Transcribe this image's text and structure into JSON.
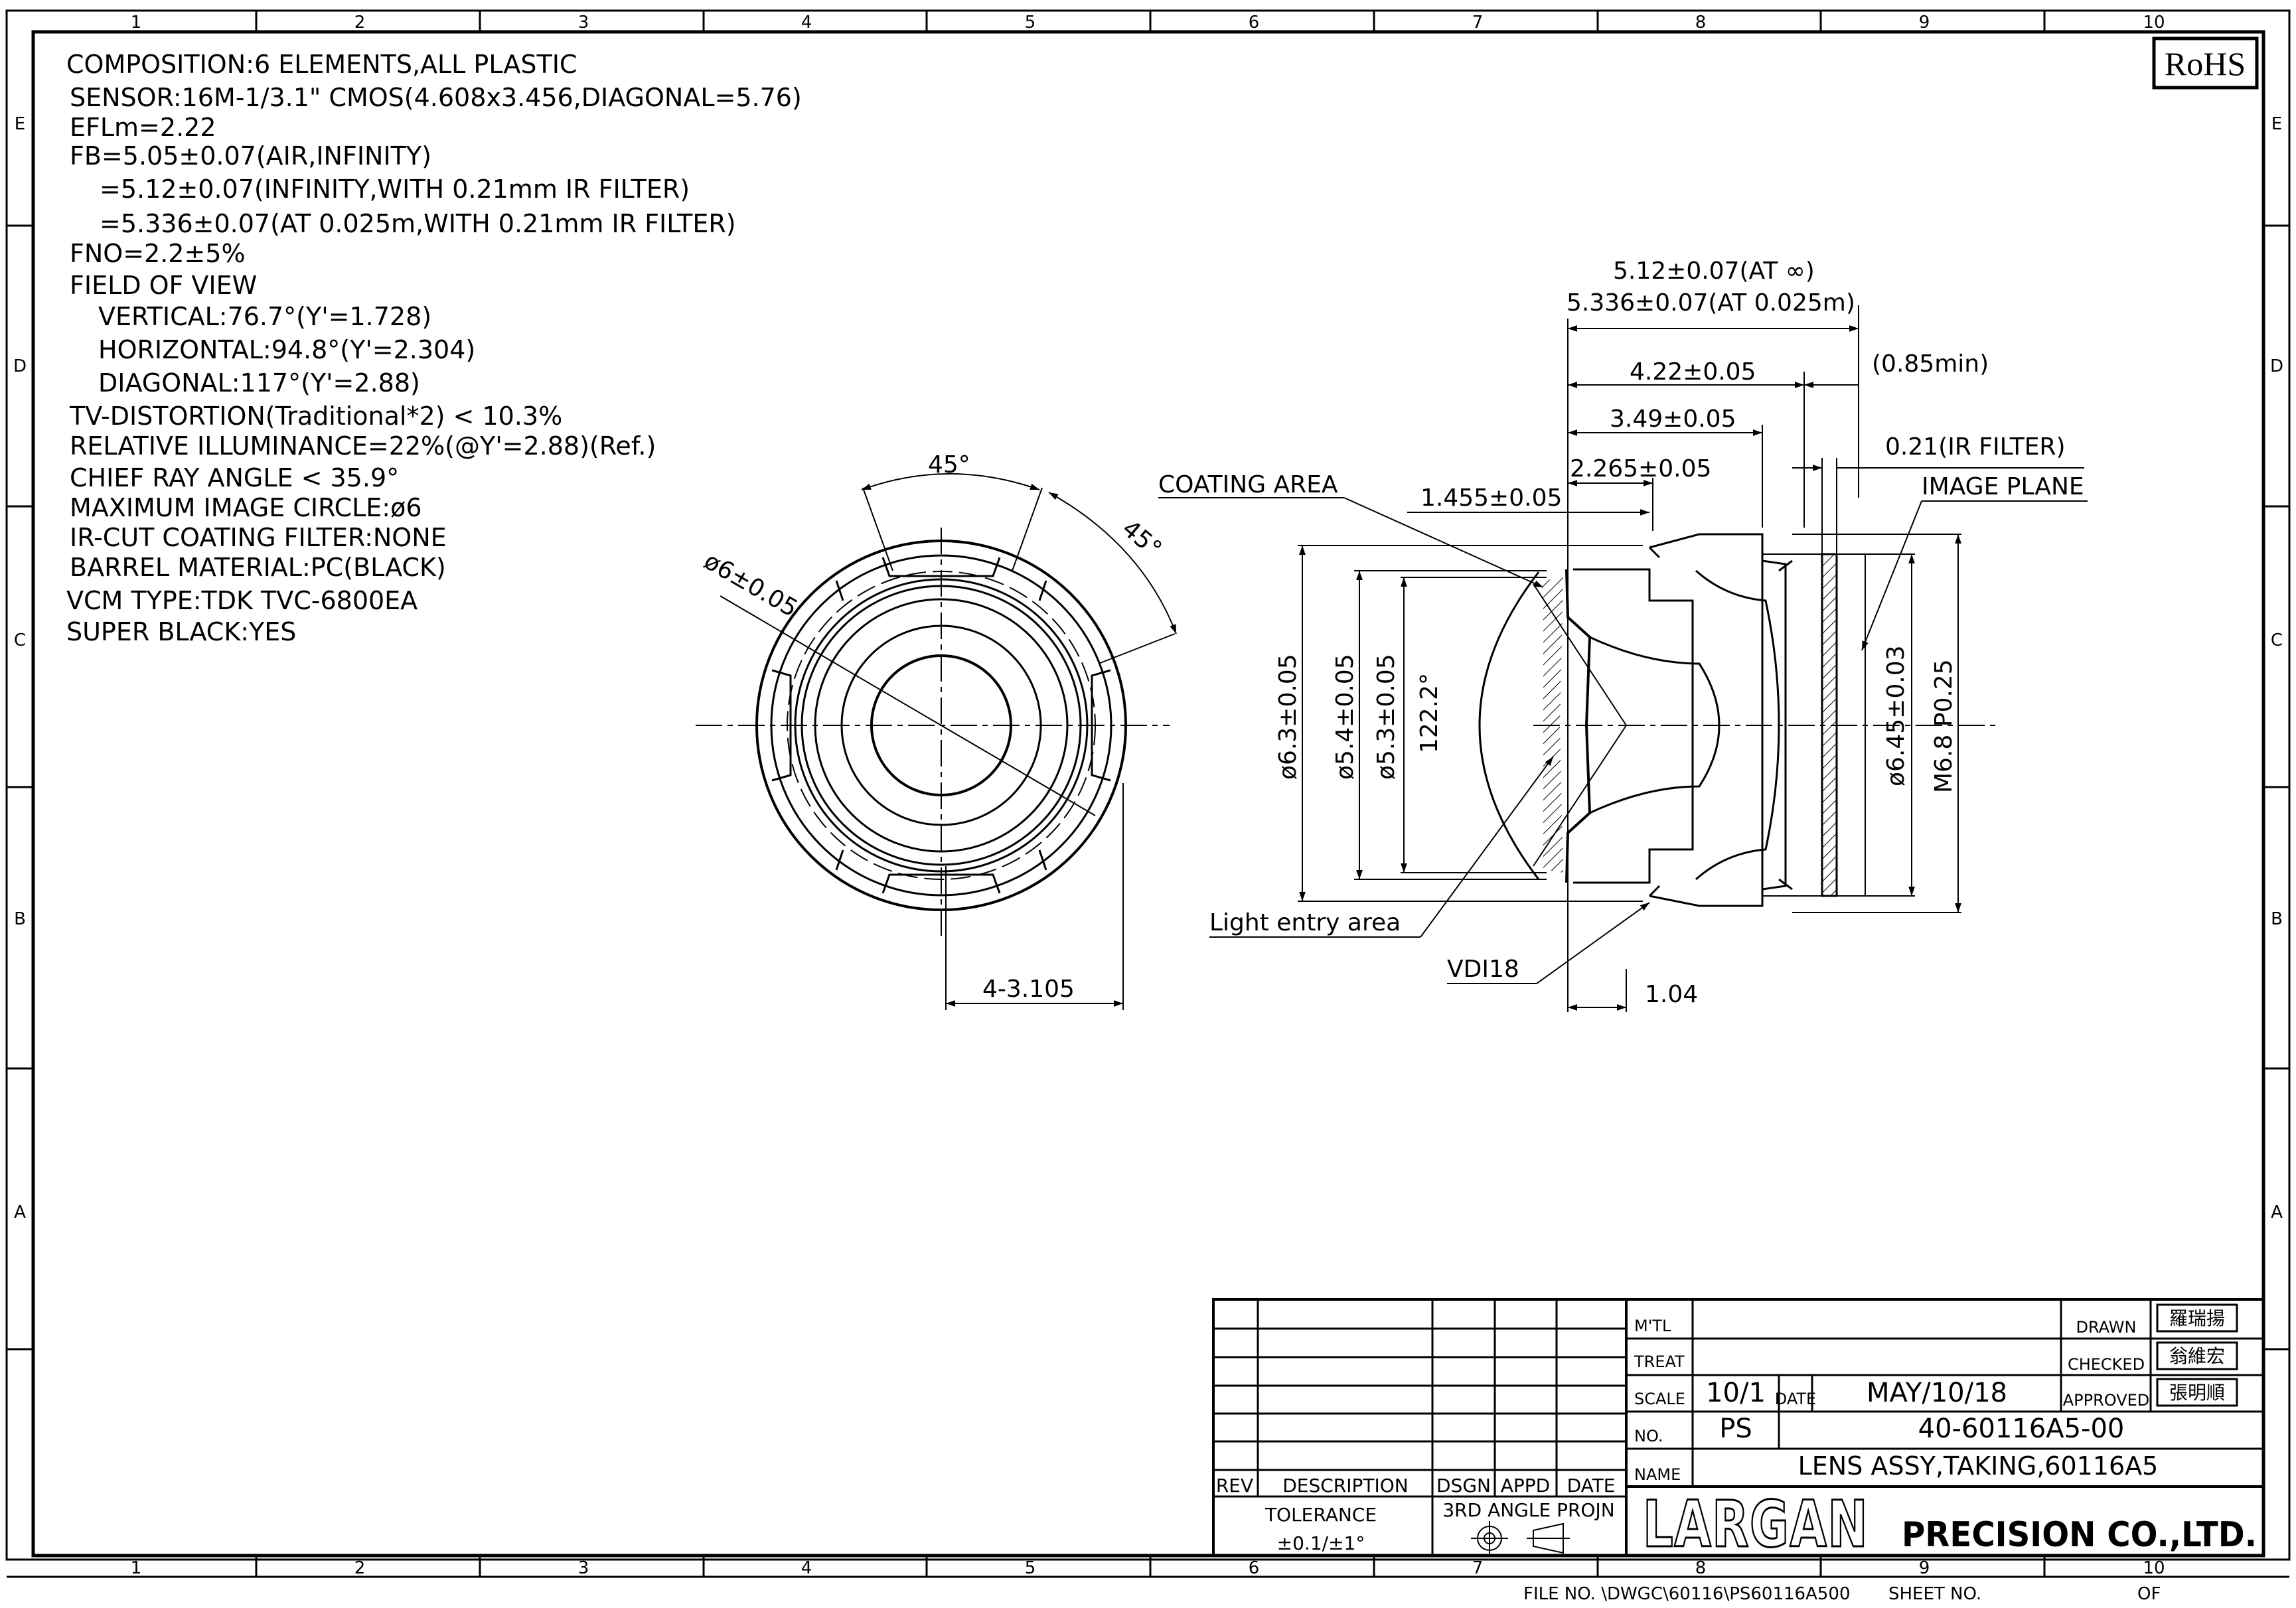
{
  "frame": {
    "columns": [
      "1",
      "2",
      "3",
      "4",
      "5",
      "6",
      "7",
      "8",
      "9",
      "10"
    ],
    "rows": [
      "E",
      "D",
      "C",
      "B",
      "A"
    ],
    "rohs": "RoHS"
  },
  "specs": [
    "COMPOSITION:6 ELEMENTS,ALL PLASTIC",
    "SENSOR:16M-1/3.1\" CMOS(4.608x3.456,DIAGONAL=5.76)",
    "EFLm=2.22",
    "FB=5.05±0.07(AIR,INFINITY)",
    "=5.12±0.07(INFINITY,WITH 0.21mm IR FILTER)",
    "=5.336±0.07(AT 0.025m,WITH 0.21mm IR FILTER)",
    "FNO=2.2±5%",
    "FIELD OF VIEW",
    "VERTICAL:76.7°(Y'=1.728)",
    "HORIZONTAL:94.8°(Y'=2.304)",
    "DIAGONAL:117°(Y'=2.88)",
    "TV-DISTORTION(Traditional*2) < 10.3%",
    "RELATIVE ILLUMINANCE=22%(@Y'=2.88)(Ref.)",
    "CHIEF RAY ANGLE < 35.9°",
    "MAXIMUM IMAGE CIRCLE:ø6",
    "IR-CUT COATING FILTER:NONE",
    "BARREL MATERIAL:PC(BLACK)",
    "VCM TYPE:TDK TVC-6800EA",
    "SUPER BLACK:YES"
  ],
  "front_view": {
    "angle_top": "45°",
    "angle_right": "45°",
    "diameter": "ø6±0.05",
    "slot": "4-3.105"
  },
  "side_view": {
    "dim_top1": "5.12±0.07(AT ∞)",
    "dim_top2": "5.336±0.07(AT 0.025m)",
    "dim_422": "4.22±0.05",
    "dim_085": "(0.85min)",
    "dim_349": "3.49±0.05",
    "dim_021": "0.21(IR FILTER)",
    "dim_2265": "2.265±0.05",
    "dim_1455": "1.455±0.05",
    "coating": "COATING AREA",
    "image_plane": "IMAGE PLANE",
    "d63": "ø6.3±0.05",
    "d54": "ø5.4±0.05",
    "d53": "ø5.3±0.05",
    "angle": "122.2°",
    "d645": "ø6.45±0.03",
    "thread": "M6.8 P0.25",
    "light_entry": "Light entry area",
    "vdi": "VDI18",
    "dim_104": "1.04"
  },
  "title_block": {
    "rev": "REV",
    "description": "DESCRIPTION",
    "dsgn": "DSGN",
    "appd": "APPD",
    "date_col": "DATE",
    "tolerance": "TOLERANCE",
    "tolerance_value": "±0.1/±1°",
    "projection": "3RD ANGLE PROJN",
    "mtl": "M'TL",
    "treat": "TREAT",
    "scale": "SCALE",
    "scale_value": "10/1",
    "date": "DATE",
    "date_value": "MAY/10/18",
    "no": "NO.",
    "ps": "PS",
    "part_no": "40-60116A5-00",
    "name": "NAME",
    "name_value": "LENS ASSY,TAKING,60116A5",
    "drawn": "DRAWN",
    "checked": "CHECKED",
    "approved": "APPROVED",
    "drawn_sig": "羅瑞揚",
    "checked_sig": "翁維宏",
    "approved_sig": "張明順",
    "logo": "LARGAN",
    "company": "PRECISION CO.,LTD."
  },
  "footer": {
    "file_no": "FILE NO. \\DWGC\\60116\\PS60116A500",
    "sheet_no": "SHEET NO.",
    "of": "OF"
  }
}
